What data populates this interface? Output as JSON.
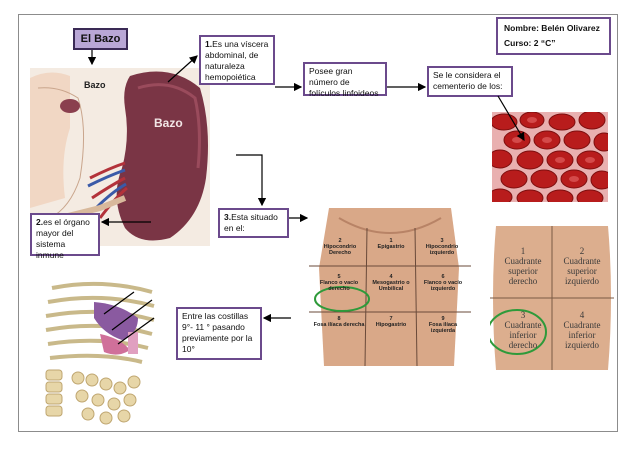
{
  "title": "El Bazo",
  "author": {
    "name": "Nombre: Belén Olivarez",
    "course": "Curso: 2 “C”"
  },
  "boxes": {
    "b1_num": "1.",
    "b1_text": "Es una víscera abdominal, de naturaleza hemopoiética",
    "follicles": "Posee gran número de folículos linfoideos",
    "cemetery": "Se le considera el cementerio de los:",
    "b2_num": "2.",
    "b2_text": "es el órgano mayor del sistema inmune",
    "b3_num": "3.",
    "b3_text": "Esta situado en el:",
    "ribs": "Entre las costillas 9°- 11 ° pasando previamente por la 10°"
  },
  "images": {
    "spleen_label_small": "Bazo",
    "spleen_label_large": "Bazo",
    "abdomen_regions": [
      {
        "num": "2",
        "name": "Hipocondrio Derecho"
      },
      {
        "num": "1",
        "name": "Epigastrio"
      },
      {
        "num": "3",
        "name": "Hipocondrio izquierdo"
      },
      {
        "num": "5",
        "name": "Flanco o vacío derecho"
      },
      {
        "num": "4",
        "name": "Mesogastrio o Umbilical"
      },
      {
        "num": "6",
        "name": "Flanco o vacío izquierdo"
      },
      {
        "num": "8",
        "name": "Fosa ilíaca derecha"
      },
      {
        "num": "7",
        "name": "Hipogastrio"
      },
      {
        "num": "9",
        "name": "Fosa ilíaca izquierda"
      }
    ],
    "quadrants": [
      {
        "num": "1",
        "name": "Cuadrante superior derecho"
      },
      {
        "num": "2",
        "name": "Cuadrante superior izquierdo"
      },
      {
        "num": "3",
        "name": "Cuadrante inferior derecho"
      },
      {
        "num": "4",
        "name": "Cuadrante inferior izquierdo"
      }
    ]
  },
  "colors": {
    "box_border": "#6b4a8c",
    "title_fill": "#b9a7d6",
    "highlight_ellipse": "#2e9a3a",
    "spleen": "#7a3545",
    "blood_cells": "#b81c1c"
  }
}
